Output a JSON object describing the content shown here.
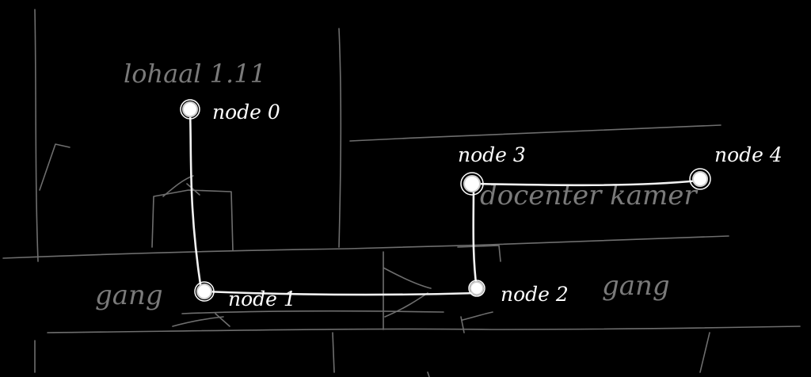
{
  "sketch": {
    "room_label": "lohaal 1.11",
    "right_room_label": "docenter kamer",
    "corridor_left": "gang",
    "corridor_right": "gang",
    "node_color": "#ffffff",
    "ink_color": "#f2f2f2",
    "faint_color": "#6e6e6e",
    "background": "#000000"
  },
  "nodes": [
    {
      "id": "n0",
      "label": "node 0"
    },
    {
      "id": "n1",
      "label": "node 1"
    },
    {
      "id": "n2",
      "label": "node 2"
    },
    {
      "id": "n3",
      "label": "node 3"
    },
    {
      "id": "n4",
      "label": "node 4"
    }
  ],
  "edges": [
    {
      "from": "n0",
      "to": "n1"
    },
    {
      "from": "n1",
      "to": "n2"
    },
    {
      "from": "n2",
      "to": "n3"
    },
    {
      "from": "n3",
      "to": "n4"
    }
  ]
}
